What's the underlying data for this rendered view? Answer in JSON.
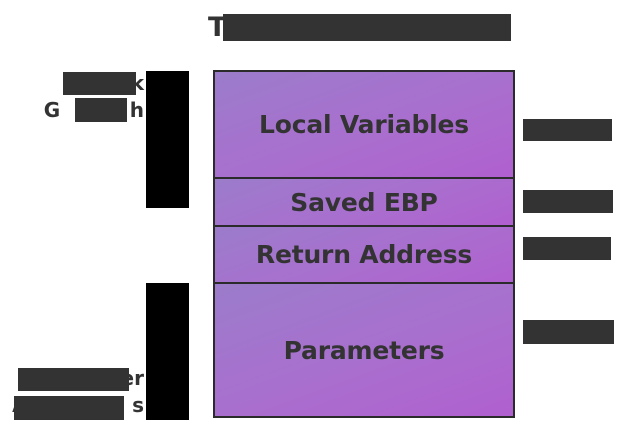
{
  "title": {
    "text": "T                                        e",
    "redacted": true
  },
  "left_annotations": [
    {
      "id": "stack-growth",
      "line1": "        k",
      "line2": "G          h",
      "redacted": true,
      "arrow": "down-bar"
    },
    {
      "id": "higher-addresses",
      "line1": "              er",
      "line2": "A               s",
      "redacted": true,
      "arrow": "down-bar"
    }
  ],
  "stack_frame": {
    "border_color": "#2b2b2b",
    "gradient_start": "#9b7ccb",
    "gradient_end": "#b060cf",
    "cells": [
      {
        "id": "local-variables",
        "label": "Local Variables"
      },
      {
        "id": "saved-ebp",
        "label": "Saved EBP"
      },
      {
        "id": "return-address",
        "label": "Return Address"
      },
      {
        "id": "parameters",
        "label": "Parameters"
      }
    ]
  },
  "right_annotations": [
    {
      "id": "note-0",
      "label": "",
      "redacted": true
    },
    {
      "id": "note-1",
      "label": "",
      "redacted": true
    },
    {
      "id": "note-2",
      "label": "",
      "redacted": true
    },
    {
      "id": "note-3",
      "label": "",
      "redacted": true
    }
  ],
  "colors": {
    "text": "#333333",
    "redaction": "#333333",
    "arrow": "#000000",
    "background": "#ffffff"
  }
}
